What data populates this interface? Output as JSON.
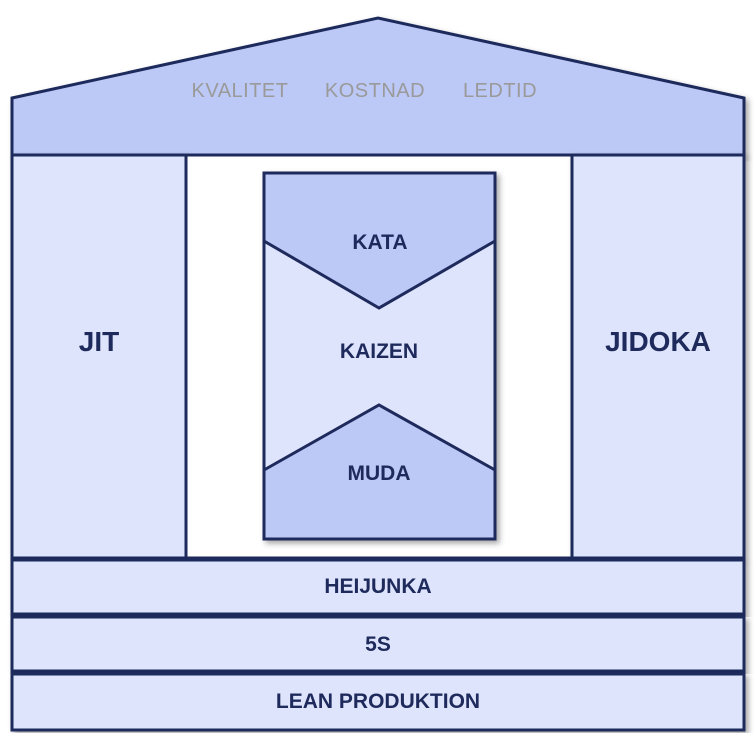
{
  "roof": {
    "goals": [
      "KVALITET",
      "KOSTNAD",
      "LEDTID"
    ]
  },
  "pillars": {
    "left": "JIT",
    "right": "JIDOKA"
  },
  "center": {
    "top": "KATA",
    "middle": "KAIZEN",
    "bottom": "MUDA"
  },
  "foundation": {
    "level1": "HEIJUNKA",
    "level2": "5S",
    "level3": "LEAN PRODUKTION"
  },
  "colors": {
    "stroke": "#1f2a5c",
    "light_fill": "#dde4fb",
    "mid_fill": "#bcc8f5",
    "roof_text": "#9a9a9a"
  }
}
